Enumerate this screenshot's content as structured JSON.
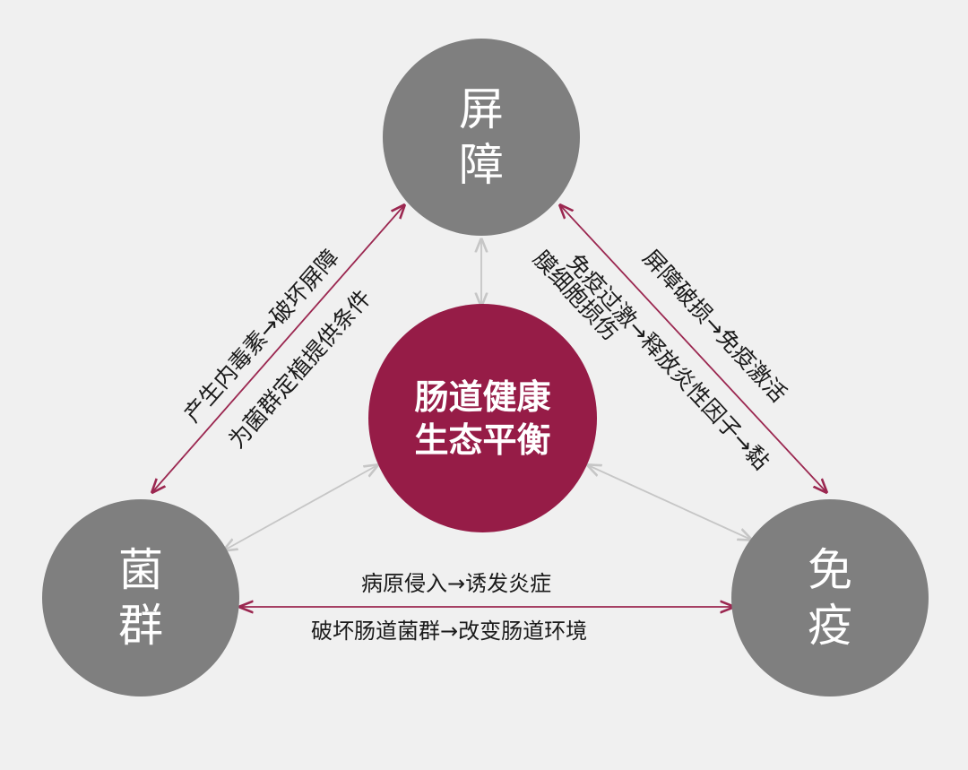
{
  "colors": {
    "background": "#f0f0f0",
    "outer_node": "#7f7f7f",
    "center_node": "#961c47",
    "primary_arrow": "#9b2750",
    "secondary_arrow": "#c6c6c6"
  },
  "nodes": {
    "barrier": "屏障",
    "flora": "菌群",
    "immune": "免疫",
    "center": "肠道健康生态平衡"
  },
  "edges": {
    "flora_barrier": {
      "line1": "产生内毒素→破坏屏障",
      "line2": "为菌群定植提供条件"
    },
    "barrier_immune": {
      "line1": "屏障破损→免疫激活",
      "line2": "免疫过激→释放炎性因子→黏",
      "line3": "膜细胞损伤"
    },
    "flora_immune": {
      "line1": "病原侵入→诱发炎症",
      "line2": "破坏肠道菌群→改变肠道环境"
    }
  }
}
